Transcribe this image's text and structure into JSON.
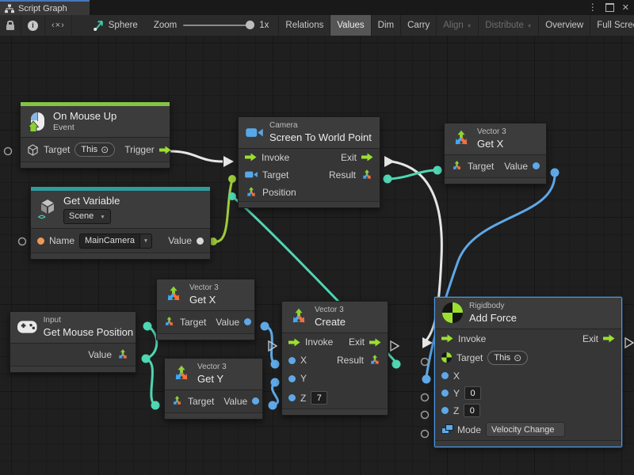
{
  "window": {
    "tab_title": "Script Graph"
  },
  "toolbar": {
    "breadcrumb": "Sphere",
    "zoom_label": "Zoom",
    "zoom_value": "1x",
    "btn_relations": "Relations",
    "btn_values": "Values",
    "btn_dim": "Dim",
    "btn_carry": "Carry",
    "btn_align": "Align",
    "btn_distribute": "Distribute",
    "btn_overview": "Overview",
    "btn_fullscreen": "Full Screen"
  },
  "nodes": {
    "on_mouse_up": {
      "title": "On Mouse Up",
      "subtitle": "Event",
      "target_label": "Target",
      "this_value": "This",
      "trigger_label": "Trigger"
    },
    "get_variable": {
      "title": "Get Variable",
      "scope_value": "Scene",
      "name_label": "Name",
      "name_value": "MainCamera",
      "value_label": "Value"
    },
    "screen_to_world": {
      "category": "Camera",
      "title": "Screen To World Point",
      "invoke_label": "Invoke",
      "exit_label": "Exit",
      "target_label": "Target",
      "result_label": "Result",
      "position_label": "Position"
    },
    "get_x_right": {
      "category": "Vector 3",
      "title": "Get X",
      "target_label": "Target",
      "value_label": "Value"
    },
    "get_x_mid": {
      "category": "Vector 3",
      "title": "Get X",
      "target_label": "Target",
      "value_label": "Value"
    },
    "get_y": {
      "category": "Vector 3",
      "title": "Get Y",
      "target_label": "Target",
      "value_label": "Value"
    },
    "get_mouse_position": {
      "category": "Input",
      "title": "Get Mouse Position",
      "value_label": "Value"
    },
    "create_vector": {
      "category": "Vector 3",
      "title": "Create",
      "invoke_label": "Invoke",
      "exit_label": "Exit",
      "x_label": "X",
      "y_label": "Y",
      "z_label": "Z",
      "z_value": "7",
      "result_label": "Result"
    },
    "add_force": {
      "category": "Rigidbody",
      "title": "Add Force",
      "invoke_label": "Invoke",
      "exit_label": "Exit",
      "target_label": "Target",
      "this_value": "This",
      "x_label": "X",
      "y_label": "Y",
      "y_value": "0",
      "z_label": "Z",
      "z_value": "0",
      "mode_label": "Mode",
      "mode_value": "Velocity Change"
    }
  },
  "colors": {
    "accent-event": "#84c444",
    "accent-variable": "#2e9c9c",
    "flow-green": "#9be02f",
    "wire-blue": "#5fa8e8",
    "wire-teal": "#4fd6b2",
    "wire-green": "#9ccb3b",
    "wire-white": "#e6e6e6",
    "selection-blue": "#4a9be8",
    "port-orange": "#ed9a57"
  }
}
